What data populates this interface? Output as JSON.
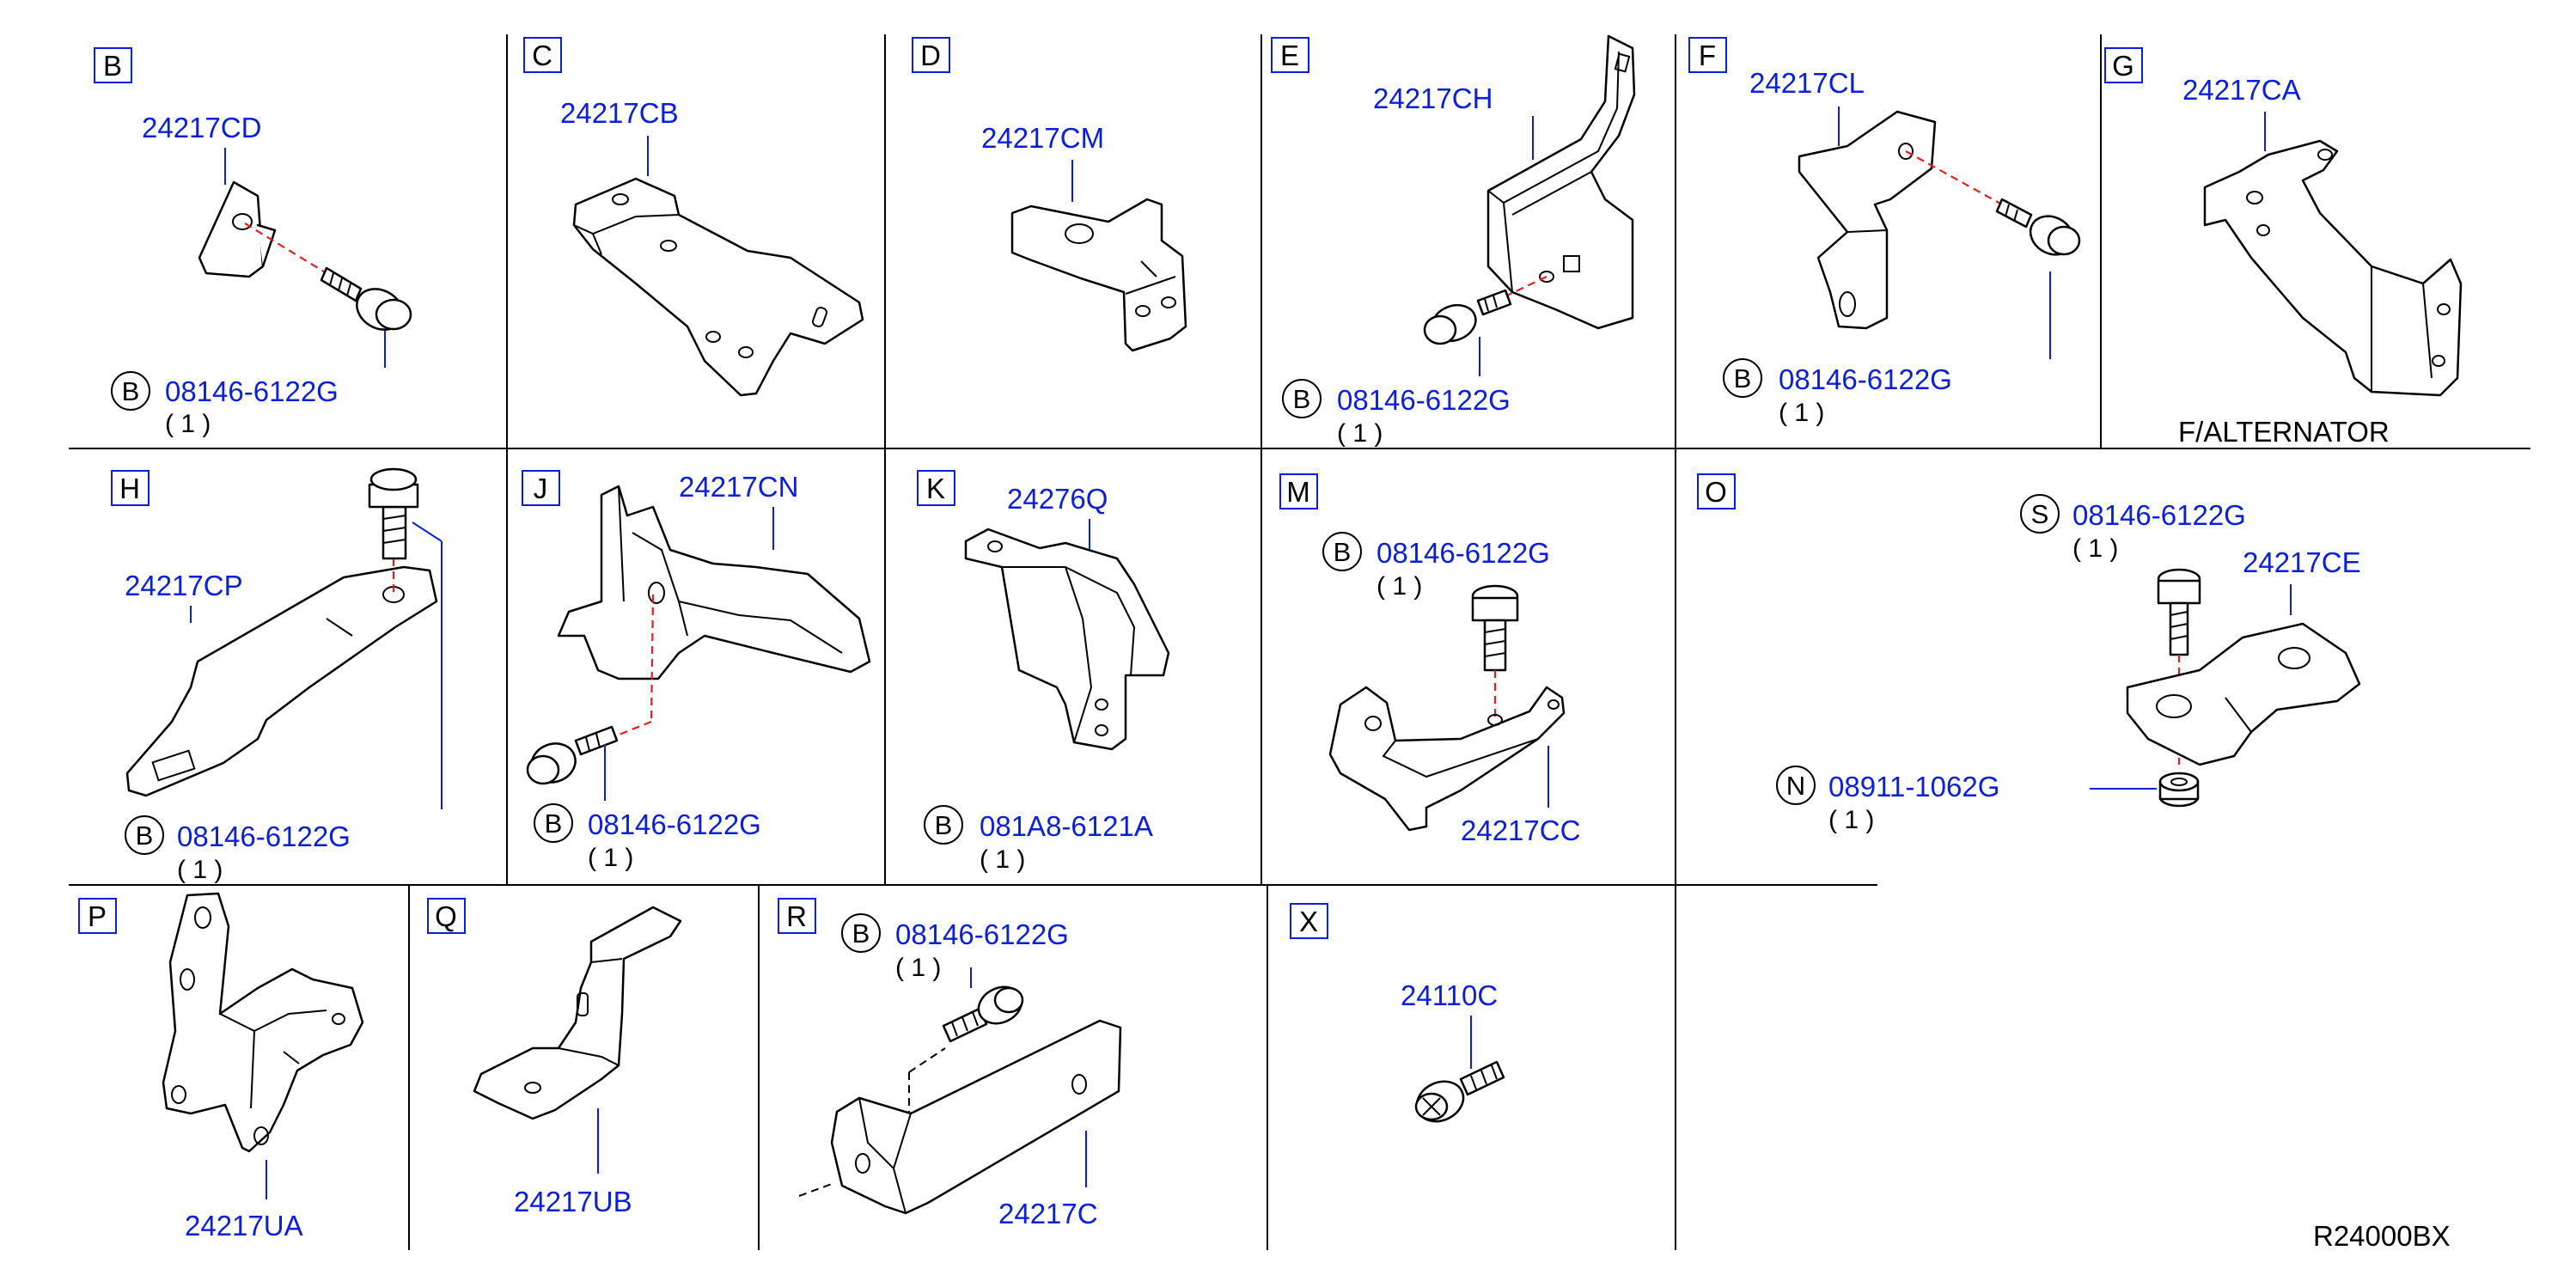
{
  "diagram_code": "R24000BX",
  "panels": [
    {
      "id": "B",
      "label": "B",
      "part": "24217CD",
      "bolt": {
        "symbol": "B",
        "number": "08146-6122G",
        "qty": "( 1 )"
      }
    },
    {
      "id": "C",
      "label": "C",
      "part": "24217CB"
    },
    {
      "id": "D",
      "label": "D",
      "part": "24217CM"
    },
    {
      "id": "E",
      "label": "E",
      "part": "24217CH",
      "bolt": {
        "symbol": "B",
        "number": "08146-6122G",
        "qty": "( 1 )"
      }
    },
    {
      "id": "F",
      "label": "F",
      "part": "24217CL",
      "bolt": {
        "symbol": "B",
        "number": "08146-6122G",
        "qty": "( 1 )"
      }
    },
    {
      "id": "G",
      "label": "G",
      "part": "24217CA",
      "caption": "F/ALTERNATOR"
    },
    {
      "id": "H",
      "label": "H",
      "part": "24217CP",
      "bolt": {
        "symbol": "B",
        "number": "08146-6122G",
        "qty": "( 1 )"
      }
    },
    {
      "id": "J",
      "label": "J",
      "part": "24217CN",
      "bolt": {
        "symbol": "B",
        "number": "08146-6122G",
        "qty": "( 1 )"
      }
    },
    {
      "id": "K",
      "label": "K",
      "part": "24276Q",
      "bolt": {
        "symbol": "B",
        "number": "081A8-6121A",
        "qty": "( 1 )"
      }
    },
    {
      "id": "M",
      "label": "M",
      "part": "24217CC",
      "bolt": {
        "symbol": "B",
        "number": "08146-6122G",
        "qty": "( 1 )"
      }
    },
    {
      "id": "O",
      "label": "O",
      "part": "24217CE",
      "bolt": {
        "symbol": "S",
        "number": "08146-6122G",
        "qty": "( 1 )"
      },
      "nut": {
        "symbol": "N",
        "number": "08911-1062G",
        "qty": "( 1 )"
      }
    },
    {
      "id": "P",
      "label": "P",
      "part": "24217UA"
    },
    {
      "id": "Q",
      "label": "Q",
      "part": "24217UB"
    },
    {
      "id": "R",
      "label": "R",
      "part": "24217C",
      "bolt": {
        "symbol": "B",
        "number": "08146-6122G",
        "qty": "( 1 )"
      }
    },
    {
      "id": "X",
      "label": "X",
      "part": "24110C"
    }
  ]
}
